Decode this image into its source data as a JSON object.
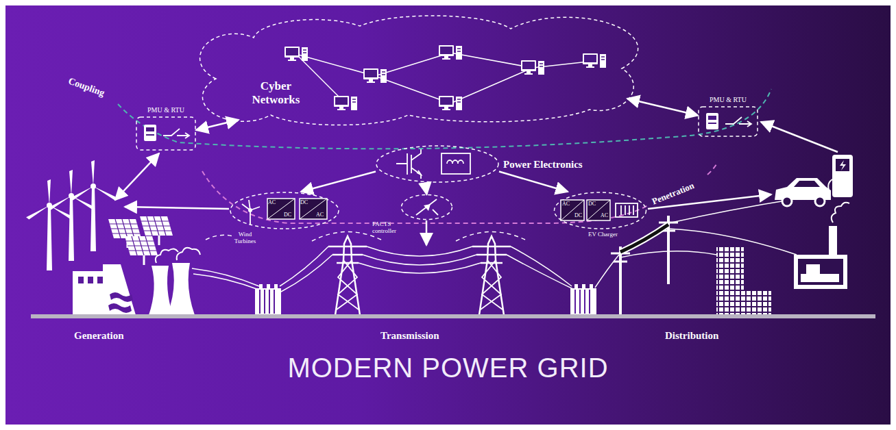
{
  "diagram": {
    "title": "MODERN POWER GRID",
    "nodes": [
      {
        "text": [
          "Cyber Networks"
        ]
      },
      {
        "text": [
          "PMU & RTU"
        ]
      },
      {
        "text": [
          "PMU & RTU"
        ]
      },
      {
        "text": [
          "Power Electronics"
        ]
      },
      {
        "text": [
          "Wind Turbines"
        ]
      },
      {
        "text": [
          "FACTS controller"
        ]
      },
      {
        "text": [
          "EV Charger"
        ]
      }
    ],
    "edges": [
      {
        "from": 0,
        "to": 1,
        "arrow": "both"
      },
      {
        "from": 0,
        "to": 2,
        "arrow": "both"
      },
      {
        "from": 3,
        "to": 4,
        "arrow": "to"
      },
      {
        "from": 3,
        "to": 5,
        "arrow": "to"
      },
      {
        "from": 3,
        "to": 6,
        "arrow": "to"
      }
    ],
    "labels": [
      "Coupling",
      "Penetration",
      "AC",
      "DC",
      "DC",
      "AC",
      "AC",
      "DC",
      "DC",
      "AC",
      "Generation",
      "Transmission",
      "Distribution"
    ]
  }
}
